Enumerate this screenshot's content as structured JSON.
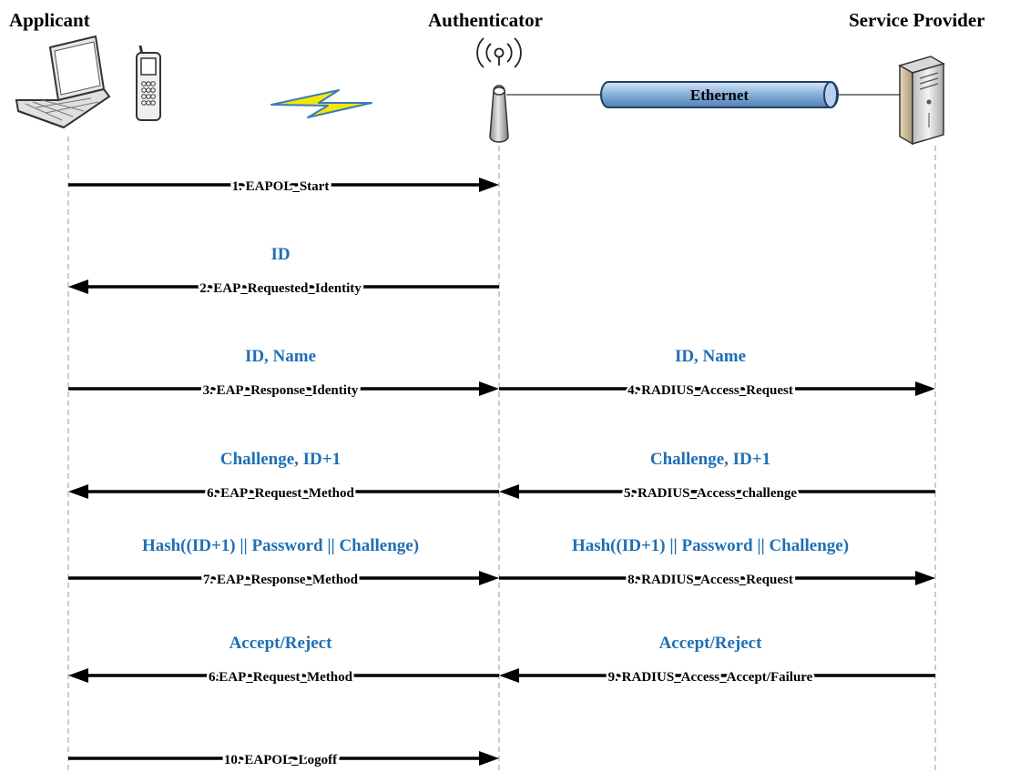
{
  "headers": {
    "applicant": "Applicant",
    "authenticator": "Authenticator",
    "service_provider": "Service Provider"
  },
  "link_label": "Ethernet",
  "messages": [
    {
      "label": "1. EAPOL_Start",
      "payload": "",
      "direction": "right",
      "from": "applicant",
      "to": "authenticator"
    },
    {
      "label": "2. EAP_Requested_Identity",
      "payload": "ID",
      "direction": "left",
      "from": "authenticator",
      "to": "applicant"
    },
    {
      "label": "3. EAP_Response_Identity",
      "payload": "ID, Name",
      "direction": "right",
      "from": "applicant",
      "to": "authenticator"
    },
    {
      "label": "4. RADIUS_Access_Request",
      "payload": "ID, Name",
      "direction": "right",
      "from": "authenticator",
      "to": "service_provider"
    },
    {
      "label": "6. EAP_Request_Method",
      "payload": "Challenge, ID+1",
      "direction": "left",
      "from": "authenticator",
      "to": "applicant"
    },
    {
      "label": "5. RADIUS_Access_challenge",
      "payload": "Challenge, ID+1",
      "direction": "left",
      "from": "service_provider",
      "to": "authenticator"
    },
    {
      "label": "7. EAP_Response_Method",
      "payload": "Hash((ID+1) || Password || Challenge)",
      "direction": "right",
      "from": "applicant",
      "to": "authenticator"
    },
    {
      "label": "8. RADIUS_Access_Request",
      "payload": "Hash((ID+1) || Password || Challenge)",
      "direction": "right",
      "from": "authenticator",
      "to": "service_provider"
    },
    {
      "label": "6.EAP_Request_Method",
      "payload": "Accept/Reject",
      "direction": "left",
      "from": "authenticator",
      "to": "applicant"
    },
    {
      "label": "9. RADIUS_Access_Accept/Failure",
      "payload": "Accept/Reject",
      "direction": "left",
      "from": "service_provider",
      "to": "authenticator"
    },
    {
      "label": "10. EAPOL_Logoff",
      "payload": "",
      "direction": "right",
      "from": "applicant",
      "to": "authenticator"
    }
  ],
  "colors": {
    "payload_text": "#1f6fb5",
    "arrow": "#000000",
    "lifeline": "#999999",
    "pipe": "#6f9fcf",
    "lightning": "#f5e800"
  },
  "icons": [
    "laptop-icon",
    "mobile-phone-icon",
    "wireless-signal-icon",
    "access-point-icon",
    "server-icon",
    "lightning-icon"
  ]
}
